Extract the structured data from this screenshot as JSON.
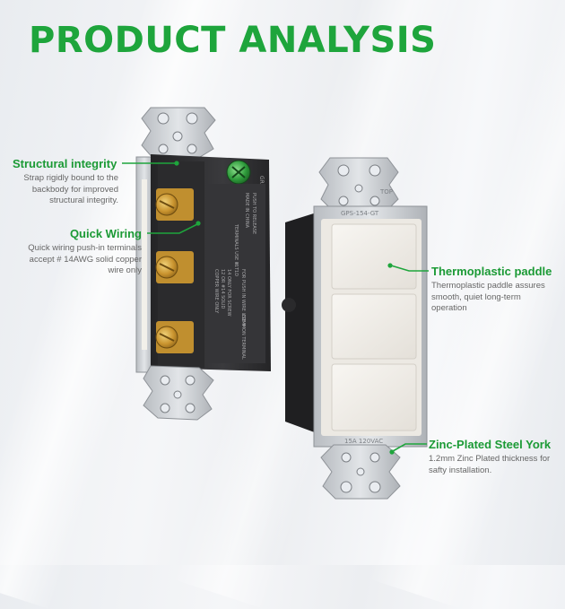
{
  "header": {
    "title": "PRODUCT ANALYSIS"
  },
  "colors": {
    "accent": "#1ea53c",
    "text_muted": "#666666",
    "plate": "#c9cdd2",
    "paddle": "#f2efe9",
    "housing": "#2f2f31"
  },
  "callouts": {
    "structural": {
      "title": "Structural integrity",
      "desc": "Strap rigidly bound to the backbody for improved structural integrity."
    },
    "quick_wiring": {
      "title": "Quick Wiring",
      "desc": "Quick wiring push-in terminals accept # 14AWG solid copper wire only"
    },
    "paddle": {
      "title": "Thermoplastic paddle",
      "desc": "Thermoplastic paddle assures smooth, quiet long-term operation"
    },
    "yoke": {
      "title": "Zinc-Plated Steel York",
      "desc": "1.2mm Zinc Plated thickness for safty installation."
    }
  },
  "product_labels": {
    "back_text": [
      "PUSH TO RELEASE",
      "MADE IN CHINA",
      "L1T1D",
      "14 ONLY FOR SCREW",
      "12 OR #14 SOLID",
      "COPPER WIRE ONLY",
      "FOR PUSH IN WIRE USE #",
      "TERMINALS USE #",
      "COMMON TERMINAL"
    ],
    "front_top": "TOP",
    "front_code": "GPS-154-GT",
    "front_rating": "15A 120VAC",
    "gr": "GR"
  },
  "icons": [
    "screw-icon",
    "ground-screw-icon",
    "mounting-tab-icon",
    "leader-dot-icon"
  ]
}
